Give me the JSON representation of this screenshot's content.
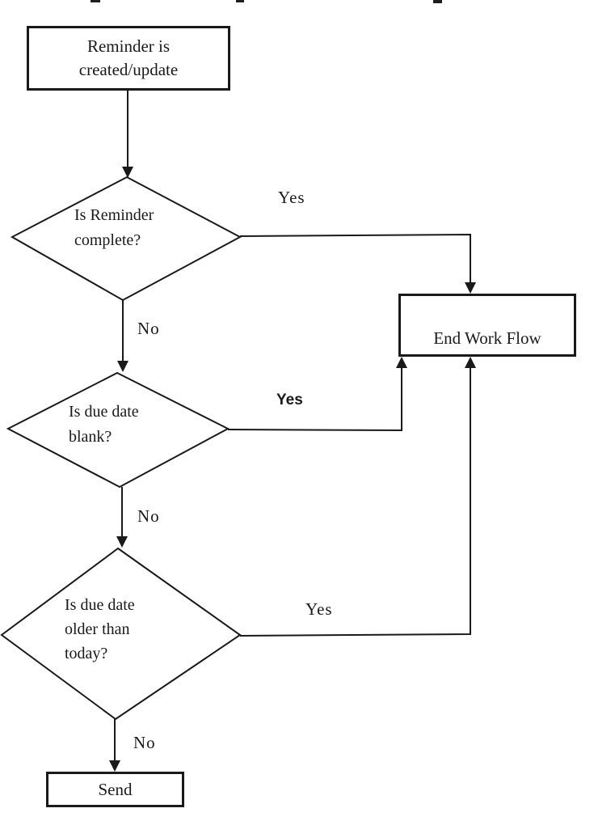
{
  "diagram": {
    "type": "flowchart",
    "background_color": "#ffffff",
    "stroke_color": "#1a1a1a",
    "nodes": {
      "start": {
        "type": "process",
        "label": "Reminder is\ncreated/update"
      },
      "check_complete": {
        "type": "decision",
        "label": "Is Reminder\ncomplete?"
      },
      "check_due_blank": {
        "type": "decision",
        "label": "Is due date\nblank?"
      },
      "check_due_older": {
        "type": "decision",
        "label": "Is due date\nolder than\ntoday?"
      },
      "end": {
        "type": "process",
        "label": "End Work Flow"
      },
      "send": {
        "type": "process",
        "label": "Send"
      }
    },
    "edges": [
      {
        "from": "start",
        "to": "check_complete",
        "label": ""
      },
      {
        "from": "check_complete",
        "to": "end",
        "label": "Yes"
      },
      {
        "from": "check_complete",
        "to": "check_due_blank",
        "label": "No"
      },
      {
        "from": "check_due_blank",
        "to": "end",
        "label": "Yes"
      },
      {
        "from": "check_due_blank",
        "to": "check_due_older",
        "label": "No"
      },
      {
        "from": "check_due_older",
        "to": "end",
        "label": "Yes"
      },
      {
        "from": "check_due_older",
        "to": "send",
        "label": "No"
      }
    ]
  }
}
